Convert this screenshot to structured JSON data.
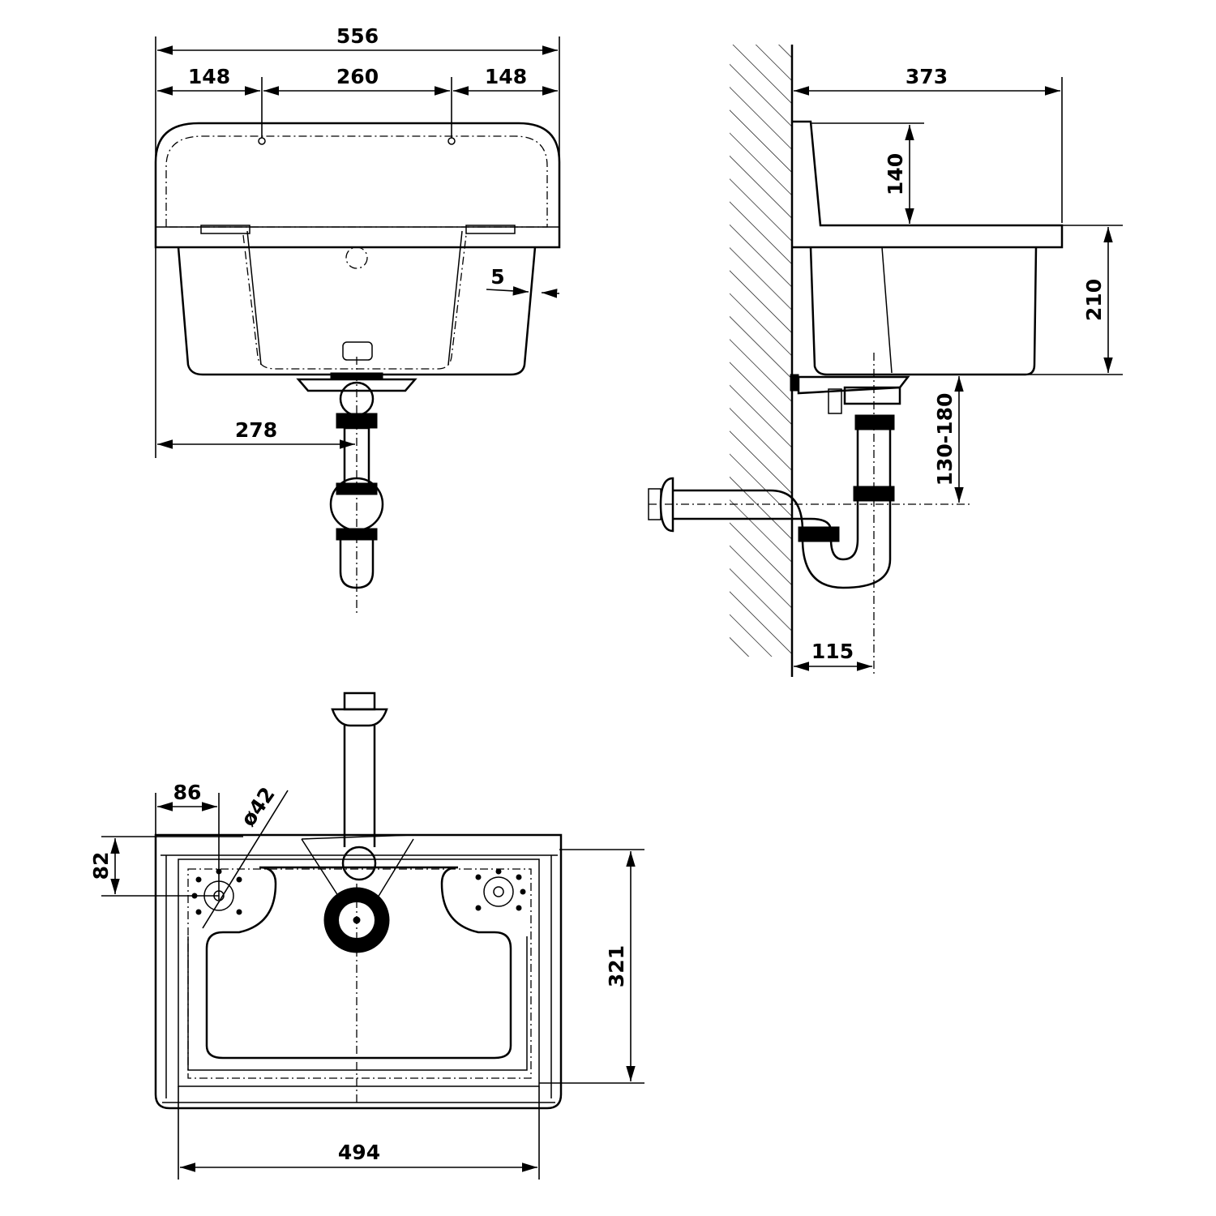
{
  "title": "Wall-mounted utility sink technical drawing",
  "front_view": {
    "overall_width": "556",
    "left_offset": "148",
    "hole_spacing": "260",
    "right_offset": "148",
    "wall_thickness": "5",
    "drain_offset": "278"
  },
  "side_view": {
    "depth": "373",
    "back_height": "140",
    "bowl_height": "210",
    "trap_height": "130-180",
    "trap_offset": "115"
  },
  "top_view": {
    "tap_hole_offset": "86",
    "tap_hole_diameter": "ø42",
    "tap_hole_depth": "82",
    "inner_depth": "321",
    "inner_width": "494"
  },
  "colors": {
    "line": "#000000",
    "background": "#ffffff"
  }
}
